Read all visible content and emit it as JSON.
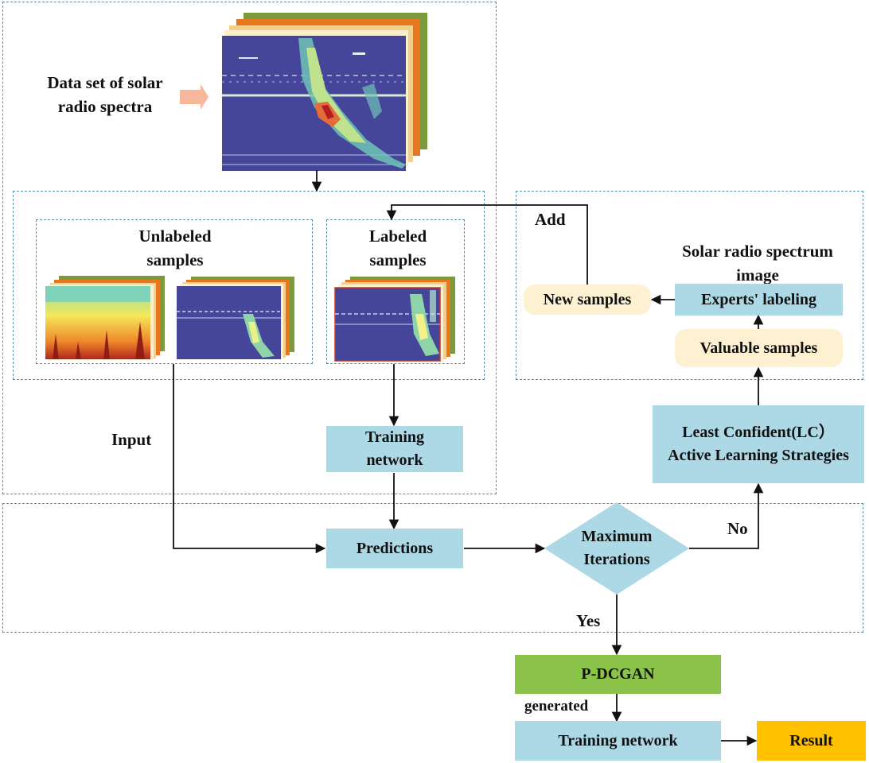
{
  "labels": {
    "dataset": "Data set of solar radio spectra",
    "unlabeled": "Unlabeled samples",
    "labeled": "Labeled samples",
    "input": "Input",
    "training_network_1": "Training network",
    "predictions": "Predictions",
    "max_iterations": "Maximum Iterations",
    "no": "No",
    "yes": "Yes",
    "lc_strategy": "Least Confident(LC）Active Learning Strategies",
    "valuable_samples": "Valuable samples",
    "experts_labeling": "Experts' labeling",
    "solar_radio_image": "Solar radio spectrum image",
    "new_samples": "New samples",
    "add": "Add",
    "pdcgan": "P-DCGAN",
    "generated": "generated",
    "training_network_2": "Training network",
    "result": "Result"
  },
  "colors": {
    "process_box": "#add8e6",
    "storage_cylinder": "#fdf1d2",
    "pdcgan_box": "#8bc34a",
    "result_box": "#ffc000",
    "dashed_border": "#5b8fa8",
    "spectrum_background": "#45459a",
    "stack_colors": [
      "#7a9a3c",
      "#e8761e",
      "#f3d089",
      "#fbefcd"
    ]
  },
  "icons": {
    "dataset_arrow": "right-arrow-icon",
    "spectra_images": "solar-radio-spectrum-image"
  }
}
